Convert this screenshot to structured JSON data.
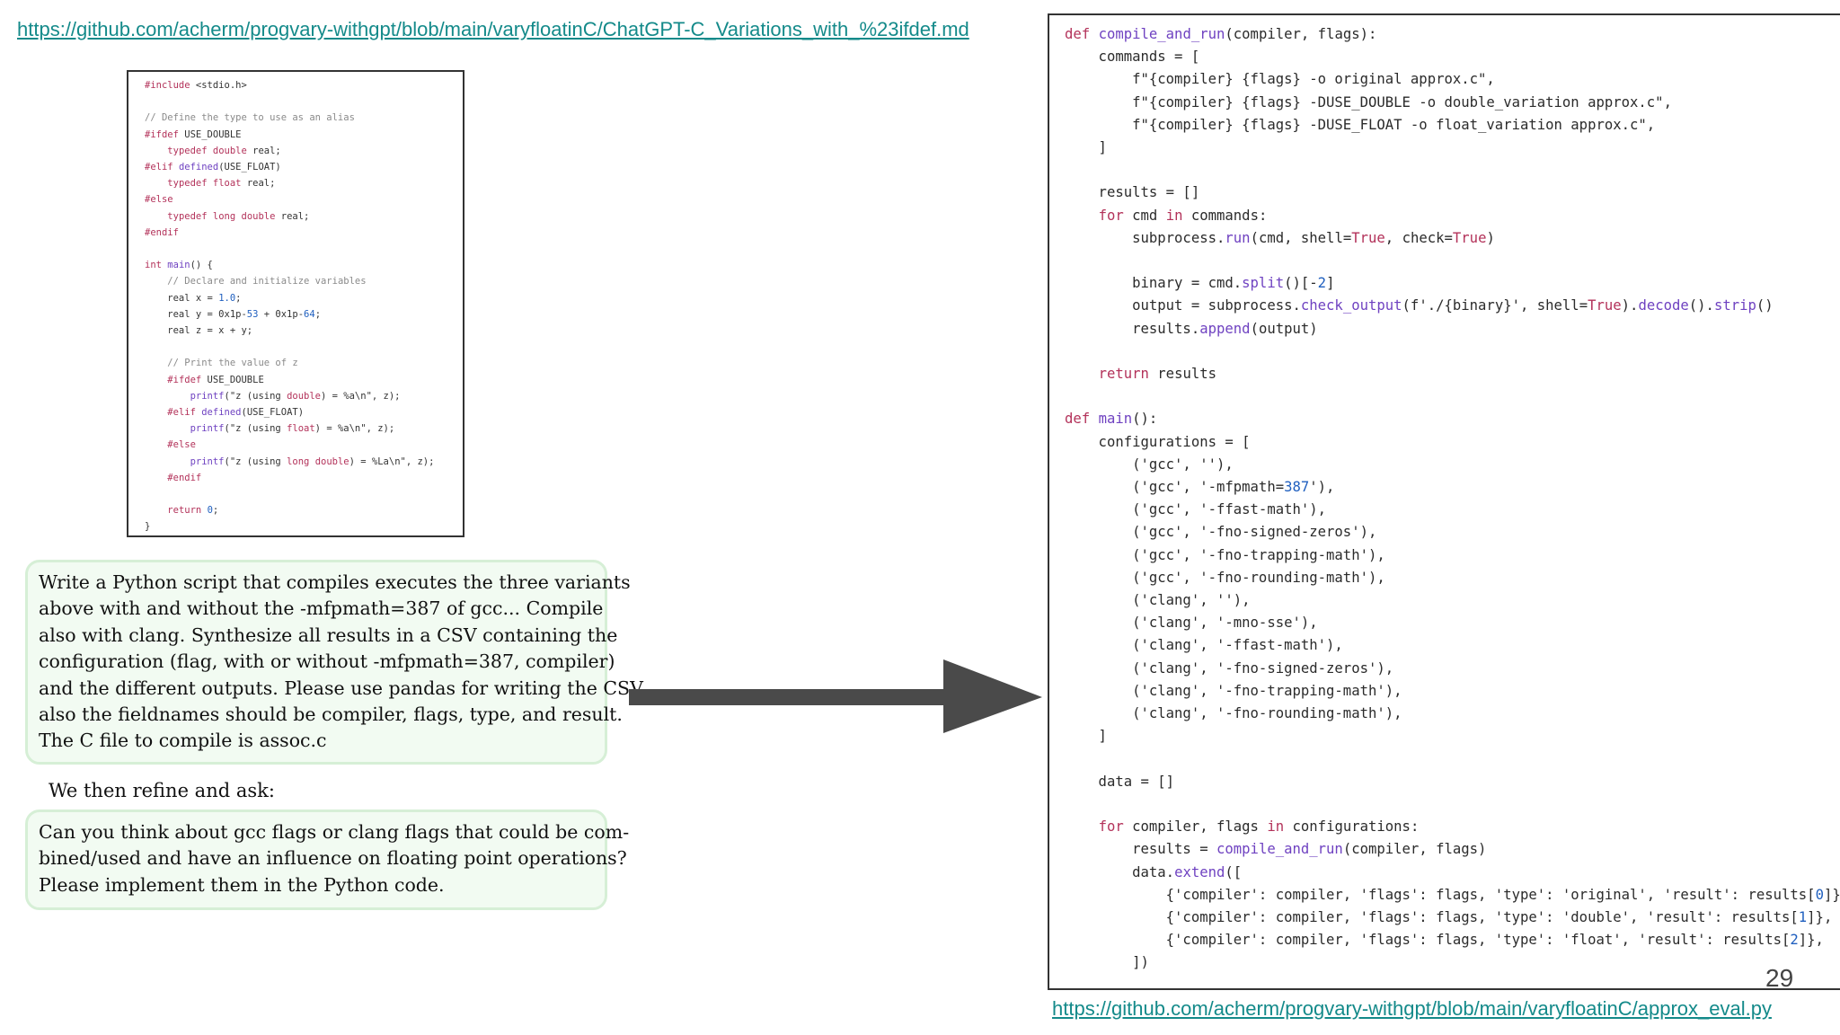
{
  "links": {
    "top": "https://github.com/acherm/progvary-withgpt/blob/main/varyfloatinC/ChatGPT-C_Variations_with_%23ifdef.md",
    "bottom": "https://github.com/acherm/progvary-withgpt/blob/main/varyfloatinC/approx_eval.py"
  },
  "c_code_lines": [
    "#include <stdio.h>",
    "",
    "// Define the type to use as an alias",
    "#ifdef USE_DOUBLE",
    "    typedef double real;",
    "#elif defined(USE_FLOAT)",
    "    typedef float real;",
    "#else",
    "    typedef long double real;",
    "#endif",
    "",
    "int main() {",
    "    // Declare and initialize variables",
    "    real x = 1.0;",
    "    real y = 0x1p-53 + 0x1p-64;",
    "    real z = x + y;",
    "",
    "    // Print the value of z",
    "    #ifdef USE_DOUBLE",
    "        printf(\"z (using double) = %a\\n\", z);",
    "    #elif defined(USE_FLOAT)",
    "        printf(\"z (using float) = %a\\n\", z);",
    "    #else",
    "        printf(\"z (using long double) = %La\\n\", z);",
    "    #endif",
    "",
    "    return 0;",
    "}"
  ],
  "prompt1_lines": [
    "Write a Python script that compiles executes the three variants",
    "above with and without the -mfpmath=387 of gcc... Compile",
    "also with clang. Synthesize all results in a CSV containing the",
    "configuration (flag, with or without -mfpmath=387, compiler)",
    "and the different outputs. Please use pandas for writing the CSV...",
    "also the fieldnames should be compiler, flags, type, and result.",
    "The C file to compile is assoc.c"
  ],
  "refine_text": "We then refine and ask:",
  "prompt2_lines": [
    "Can you think about gcc flags or clang flags that could be com-",
    "bined/used and have an influence on floating point operations?",
    "Please implement them in the Python code."
  ],
  "python_code_lines": [
    "def compile_and_run(compiler, flags):",
    "    commands = [",
    "        f\"{compiler} {flags} -o original approx.c\",",
    "        f\"{compiler} {flags} -DUSE_DOUBLE -o double_variation approx.c\",",
    "        f\"{compiler} {flags} -DUSE_FLOAT -o float_variation approx.c\",",
    "    ]",
    "",
    "    results = []",
    "    for cmd in commands:",
    "        subprocess.run(cmd, shell=True, check=True)",
    "",
    "        binary = cmd.split()[-2]",
    "        output = subprocess.check_output(f'./{binary}', shell=True).decode().strip()",
    "        results.append(output)",
    "",
    "    return results",
    "",
    "def main():",
    "    configurations = [",
    "        ('gcc', ''),",
    "        ('gcc', '-mfpmath=387'),",
    "        ('gcc', '-ffast-math'),",
    "        ('gcc', '-fno-signed-zeros'),",
    "        ('gcc', '-fno-trapping-math'),",
    "        ('gcc', '-fno-rounding-math'),",
    "        ('clang', ''),",
    "        ('clang', '-mno-sse'),",
    "        ('clang', '-ffast-math'),",
    "        ('clang', '-fno-signed-zeros'),",
    "        ('clang', '-fno-trapping-math'),",
    "        ('clang', '-fno-rounding-math'),",
    "    ]",
    "",
    "    data = []",
    "",
    "    for compiler, flags in configurations:",
    "        results = compile_and_run(compiler, flags)",
    "        data.extend([",
    "            {'compiler': compiler, 'flags': flags, 'type': 'original', 'result': results[0]},",
    "            {'compiler': compiler, 'flags': flags, 'type': 'double', 'result': results[1]},",
    "            {'compiler': compiler, 'flags': flags, 'type': 'float', 'result': results[2]},",
    "        ])"
  ],
  "page_number": "29",
  "colors": {
    "link": "#148a8a",
    "arrow": "#4a4a4a",
    "bubble_bg": "#f2fbf2",
    "bubble_border": "#d6efd6",
    "keyword": "#b3325a",
    "function": "#6f42c1",
    "number": "#1f5fbf"
  }
}
